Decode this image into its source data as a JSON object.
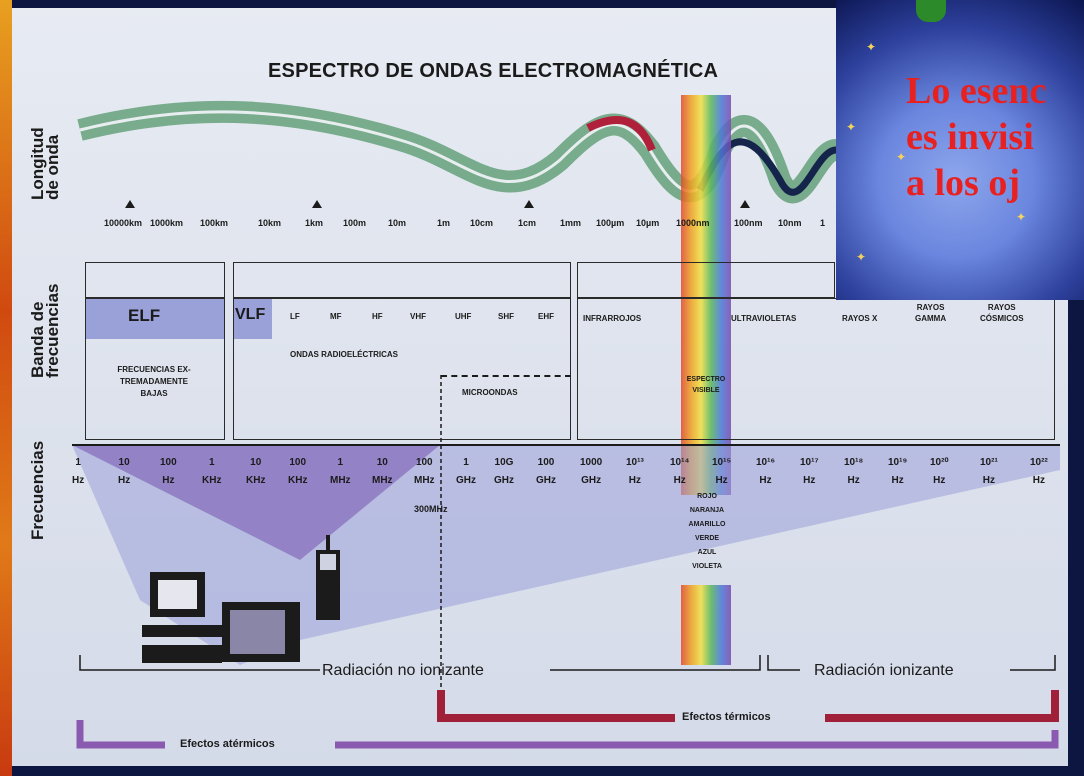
{
  "title": "ESPECTRO DE ONDAS ELECTROMAGNÉTICA",
  "axis_labels": {
    "wavelength": "Longitud\nde onda",
    "bands": "Banda de\nfrecuencias",
    "frequencies": "Frecuencias"
  },
  "wavelengths": [
    "10000km",
    "1000km",
    "100km",
    "10km",
    "1km",
    "100m",
    "10m",
    "1m",
    "10cm",
    "1cm",
    "1mm",
    "100µm",
    "10µm",
    "1000nm",
    "100nm",
    "10nm",
    "1"
  ],
  "bands_top": [
    "ELF",
    "VLF",
    "LF",
    "MF",
    "HF",
    "VHF",
    "UHF",
    "SHF",
    "EHF",
    "INFRARROJOS",
    "ULTRAVIOLETAS",
    "RAYOS X",
    "RAYOS\nGAMMA",
    "RAYOS\nCÓSMICOS"
  ],
  "band_groups": {
    "elf_desc": "FRECUENCIAS EX-\nTREMADAMENTE\nBAJAS",
    "radio": "ONDAS RADIOELÉCTRICAS",
    "micro": "MICROONDAS",
    "visible": "ESPECTRO\nVISIBLE"
  },
  "frequencies": [
    "1\nHz",
    "10\nHz",
    "100\nHz",
    "1\nKHz",
    "10\nKHz",
    "100\nKHz",
    "1\nMHz",
    "10\nMHz",
    "100\nMHz",
    "1\nGHz",
    "10G\nGHz",
    "100\nGHz",
    "1000\nGHz",
    "10¹³\nHz",
    "10¹⁴\nHz",
    "10¹⁵\nHz",
    "10¹⁶\nHz",
    "10¹⁷\nHz",
    "10¹⁸\nHz",
    "10¹⁹\nHz",
    "10²⁰\nHz",
    "10²¹\nHz",
    "10²²\nHz"
  ],
  "marker_300": "300MHz",
  "visible_colors": [
    "ROJO",
    "NARANJA",
    "AMARILLO",
    "VERDE",
    "AZUL",
    "VIOLETA"
  ],
  "radiation": {
    "non_ionizing": "Radiación no ionizante",
    "ionizing": "Radiación ionizante"
  },
  "effects": {
    "thermal": "Efectos térmicos",
    "athermal": "Efectos atérmicos"
  },
  "inset_text": "Lo esenc\nes invisi\na los oj",
  "colors": {
    "wave_green": "#2f8a4a",
    "thermal": "#a0203a",
    "athermal": "#8a5ab0",
    "purple_fill": "#7a4aa6",
    "band_fill": "#9aa0d8"
  }
}
